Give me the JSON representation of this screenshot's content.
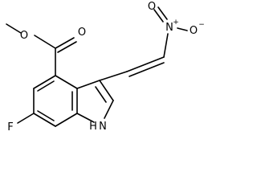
{
  "molecule": {
    "atoms": {
      "ester_methoxy_oxygen": "O",
      "carbonyl_oxygen": "O",
      "fluorine": "F",
      "indole_nitrogen": "N",
      "indole_nitrogen_hydrogen": "H",
      "nitro_nitrogen": "N",
      "nitro_nitrogen_charge": "+",
      "nitro_oxygen_single": "O",
      "nitro_oxygen_charge": "−",
      "nitro_oxygen_double": "O"
    }
  },
  "colors": {
    "bond": "#000000",
    "label": "#000000",
    "background": "#ffffff"
  }
}
